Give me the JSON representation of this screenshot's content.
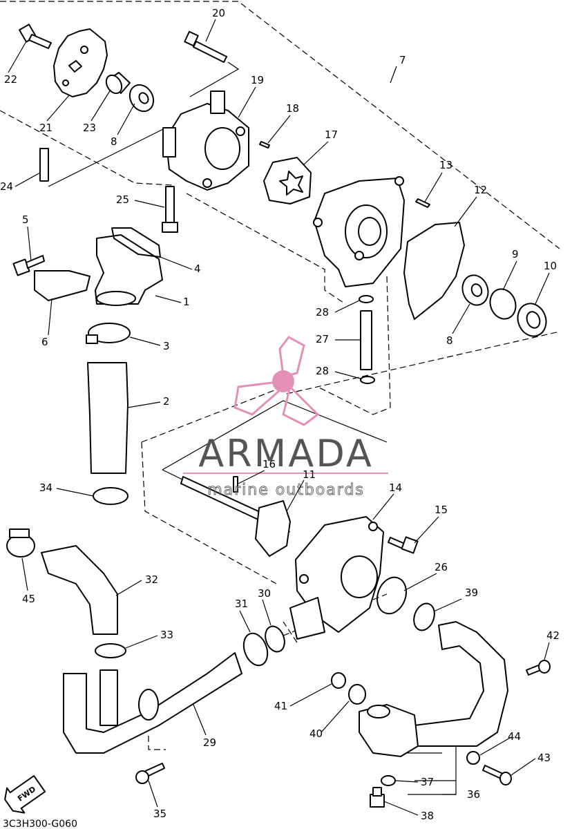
{
  "diagram_code": "3C3H300-G060",
  "watermark": {
    "brand": "ARMADA",
    "tagline": "marine outboards"
  },
  "direction_label": "FWD",
  "callouts": [
    {
      "id": "c1",
      "label": "1"
    },
    {
      "id": "c2",
      "label": "2"
    },
    {
      "id": "c3",
      "label": "3"
    },
    {
      "id": "c4",
      "label": "4"
    },
    {
      "id": "c5",
      "label": "5"
    },
    {
      "id": "c6",
      "label": "6"
    },
    {
      "id": "c7",
      "label": "7"
    },
    {
      "id": "c8a",
      "label": "8"
    },
    {
      "id": "c8b",
      "label": "8"
    },
    {
      "id": "c9",
      "label": "9"
    },
    {
      "id": "c10",
      "label": "10"
    },
    {
      "id": "c11",
      "label": "11"
    },
    {
      "id": "c12",
      "label": "12"
    },
    {
      "id": "c13",
      "label": "13"
    },
    {
      "id": "c14",
      "label": "14"
    },
    {
      "id": "c15",
      "label": "15"
    },
    {
      "id": "c16",
      "label": "16"
    },
    {
      "id": "c17",
      "label": "17"
    },
    {
      "id": "c18",
      "label": "18"
    },
    {
      "id": "c19",
      "label": "19"
    },
    {
      "id": "c20",
      "label": "20"
    },
    {
      "id": "c21",
      "label": "21"
    },
    {
      "id": "c22",
      "label": "22"
    },
    {
      "id": "c23",
      "label": "23"
    },
    {
      "id": "c24",
      "label": "24"
    },
    {
      "id": "c25",
      "label": "25"
    },
    {
      "id": "c26",
      "label": "26"
    },
    {
      "id": "c27",
      "label": "27"
    },
    {
      "id": "c28a",
      "label": "28"
    },
    {
      "id": "c28b",
      "label": "28"
    },
    {
      "id": "c29",
      "label": "29"
    },
    {
      "id": "c30",
      "label": "30"
    },
    {
      "id": "c31",
      "label": "31"
    },
    {
      "id": "c32",
      "label": "32"
    },
    {
      "id": "c33",
      "label": "33"
    },
    {
      "id": "c34",
      "label": "34"
    },
    {
      "id": "c35",
      "label": "35"
    },
    {
      "id": "c36",
      "label": "36"
    },
    {
      "id": "c37",
      "label": "37"
    },
    {
      "id": "c38",
      "label": "38"
    },
    {
      "id": "c39",
      "label": "39"
    },
    {
      "id": "c40",
      "label": "40"
    },
    {
      "id": "c41",
      "label": "41"
    },
    {
      "id": "c42",
      "label": "42"
    },
    {
      "id": "c43",
      "label": "43"
    },
    {
      "id": "c44",
      "label": "44"
    },
    {
      "id": "c45",
      "label": "45"
    }
  ]
}
